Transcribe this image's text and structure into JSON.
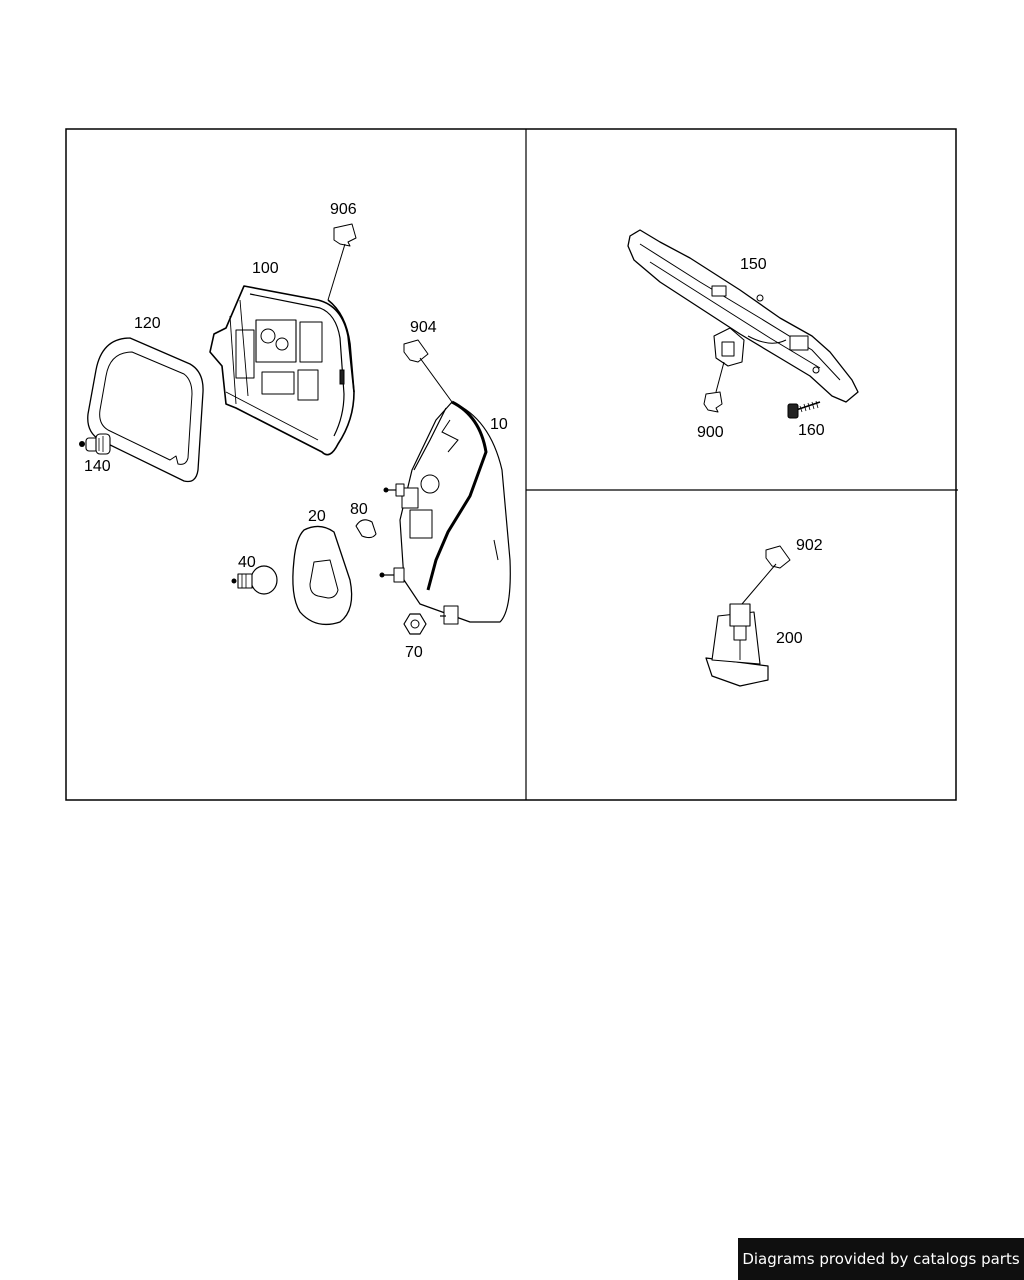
{
  "callouts": {
    "p906": "906",
    "p100": "100",
    "p120": "120",
    "p904": "904",
    "p10": "10",
    "p140": "140",
    "p80": "80",
    "p20": "20",
    "p40": "40",
    "p70": "70",
    "p150": "150",
    "p900": "900",
    "p160": "160",
    "p902": "902",
    "p200": "200"
  },
  "footer": {
    "credit": "Diagrams provided by catalogs parts"
  },
  "colors": {
    "line": "#000000",
    "background": "#ffffff",
    "credit_bg": "#0f0f0f",
    "credit_text": "#ffffff"
  }
}
